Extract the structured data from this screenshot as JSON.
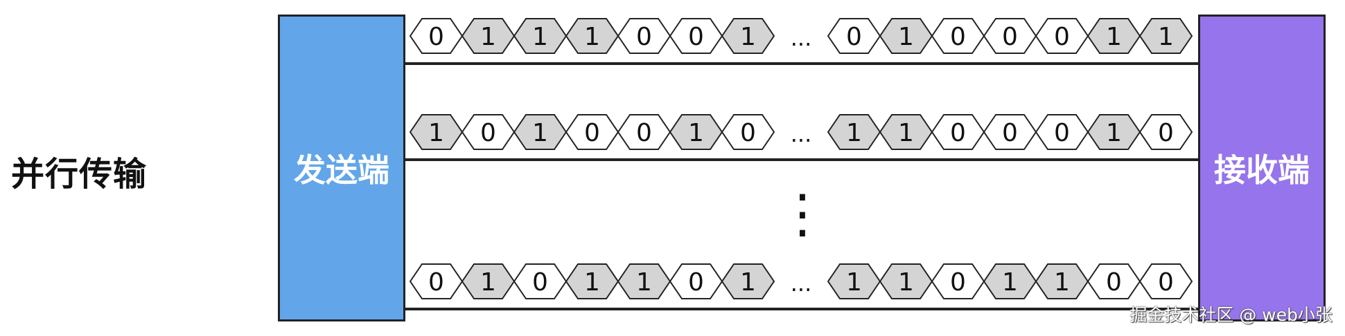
{
  "title": "并行传输",
  "sender": {
    "label": "发送端",
    "color": "#62a5e9"
  },
  "receiver": {
    "label": "接收端",
    "color": "#9574ec"
  },
  "ellipsis": "...",
  "vertical_ellipsis": "⋮",
  "watermark": "掘金技术社区 @ web小张",
  "colors": {
    "bit_one_fill": "#d4d4d4",
    "bit_zero_fill": "#ffffff",
    "line": "#222222"
  },
  "rows": [
    {
      "left": [
        "0",
        "1",
        "1",
        "1",
        "0",
        "0",
        "1"
      ],
      "right": [
        "0",
        "1",
        "0",
        "0",
        "0",
        "1",
        "1"
      ]
    },
    {
      "left": [
        "1",
        "0",
        "1",
        "0",
        "0",
        "1",
        "0"
      ],
      "right": [
        "1",
        "1",
        "0",
        "0",
        "0",
        "1",
        "0"
      ]
    },
    {
      "left": [
        "0",
        "1",
        "0",
        "1",
        "1",
        "0",
        "1"
      ],
      "right": [
        "1",
        "1",
        "0",
        "1",
        "1",
        "0",
        "0"
      ]
    }
  ]
}
